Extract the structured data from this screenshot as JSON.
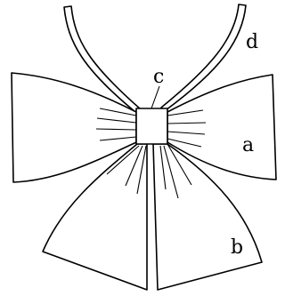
{
  "diagram": {
    "labels": {
      "a": "a",
      "b": "b",
      "c": "c",
      "d": "d"
    },
    "stroke_color": "#000000",
    "background_color": "#ffffff"
  }
}
